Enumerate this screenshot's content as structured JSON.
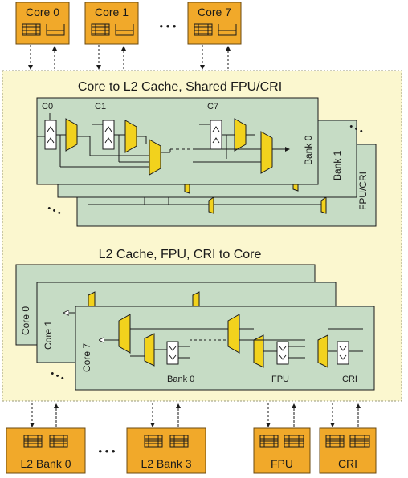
{
  "colors": {
    "box_orange": "#f1a92a",
    "box_border": "#6b4a10",
    "crossbar_yellow": "#fbf7cf",
    "plane_green": "#c6dcc5",
    "mux_yellow": "#f2d21d",
    "line": "#1a1a1a"
  },
  "top_units": [
    "Core 0",
    "Core 1",
    "Core 7"
  ],
  "top_ellipsis": "• • •",
  "bottom_units": [
    "L2 Bank 0",
    "L2 Bank 3",
    "FPU",
    "CRI"
  ],
  "bottom_ellipsis": "• • •",
  "section_top": {
    "title": "Core to L2 Cache, Shared FPU/CRI",
    "core_labels": [
      "C0",
      "C1",
      "C7"
    ],
    "plane_labels": [
      "Bank 0",
      "Bank 1",
      "FPU/CRI"
    ],
    "dots_right": "• • •",
    "dots_left": "• • •"
  },
  "section_bottom": {
    "title": "L2 Cache, FPU, CRI to Core",
    "plane_labels": [
      "Core 0",
      "Core 1",
      "Core 7"
    ],
    "source_labels": [
      "Bank 0",
      "FPU",
      "CRI"
    ],
    "dots_left": "• • •"
  }
}
